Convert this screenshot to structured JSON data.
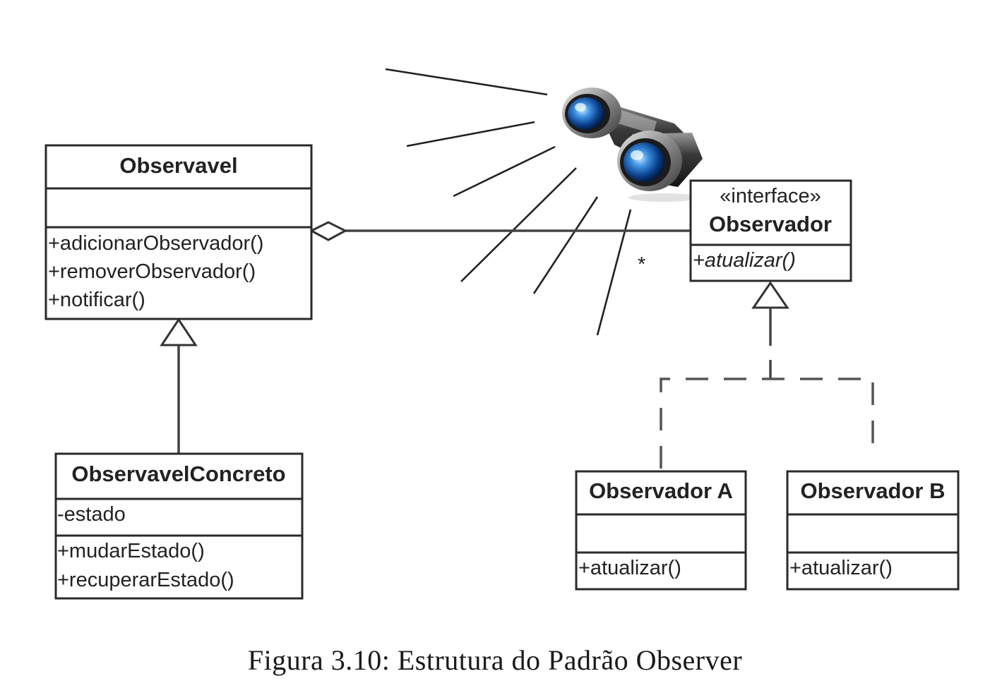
{
  "classes": {
    "observavel": {
      "name": "Observavel",
      "attributes": [],
      "methods": [
        "+adicionarObservador()",
        "+removerObservador()",
        "+notificar()"
      ]
    },
    "observavel_concreto": {
      "name": "ObservavelConcreto",
      "attributes": [
        "-estado"
      ],
      "methods": [
        "+mudarEstado()",
        "+recuperarEstado()"
      ]
    },
    "observador": {
      "stereotype": "«interface»",
      "name": "Observador",
      "methods": [
        "+atualizar()"
      ]
    },
    "observador_a": {
      "name": "Observador A",
      "attributes": [],
      "methods": [
        "+atualizar()"
      ]
    },
    "observador_b": {
      "name": "Observador B",
      "attributes": [],
      "methods": [
        "+atualizar()"
      ]
    }
  },
  "association": {
    "multiplicity": "*"
  },
  "icons": {
    "binoculars": "binoculars-icon"
  },
  "caption": "Figura 3.10: Estrutura do Padrão Observer"
}
